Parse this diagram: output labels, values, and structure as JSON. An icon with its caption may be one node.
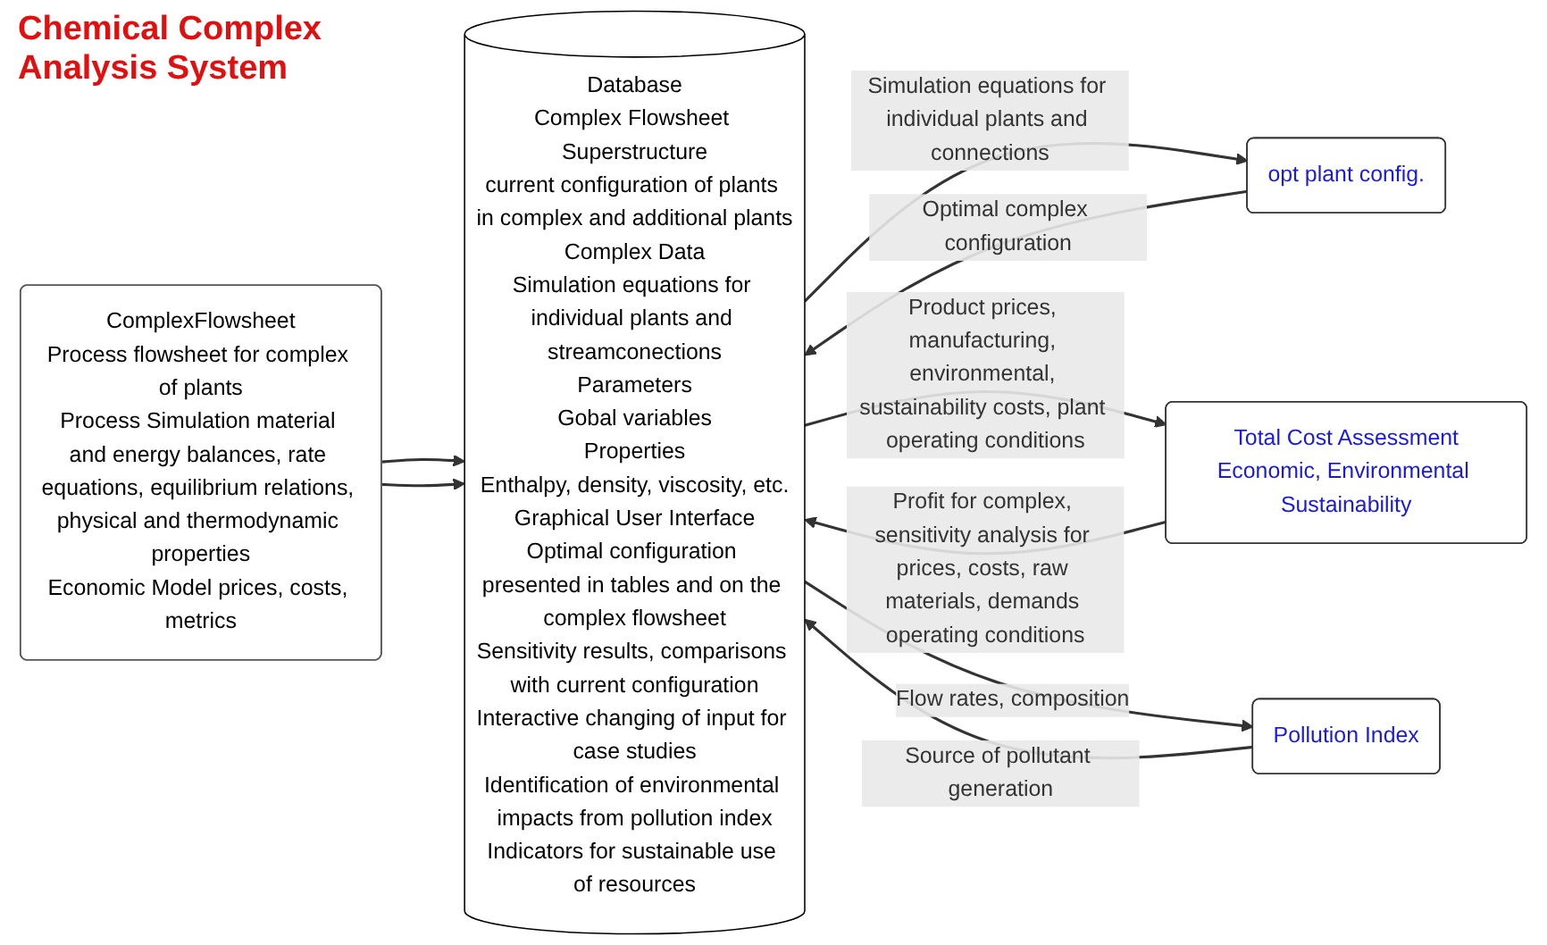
{
  "diagram": {
    "title": "Chemical Complex Analysis System",
    "nodes": [
      {
        "text": [
          "ComplexFlowsheet",
          "Process flowsheet for complex of plants",
          "Process Simulation material and energy balances, rate equations, equilibrium relations, physical and thermodynamic properties",
          "Economic Model prices, costs, metrics"
        ]
      },
      {
        "text": [
          "Database",
          "Complex Flowsheet Superstructure",
          "current configuration of plants in complex and additional plants",
          "Complex Data",
          "Simulation equations for individual plants and streamconections",
          "Parameters",
          "Gobal variables",
          "Properties",
          "Enthalpy, density, viscosity, etc.",
          "Graphical User Interface",
          "Optimal configuration presented in tables and on the complex flowsheet",
          "Sensitivity results, comparisons with current configuration",
          "Interactive changing of input for case studies",
          "Identification of environmental impacts from pollution index",
          "Indicators for sustainable use of resources"
        ]
      },
      {
        "text": [
          "opt plant config."
        ]
      },
      {
        "text": [
          "Total Cost Assessment",
          "Economic, Environmental Sustainability"
        ]
      },
      {
        "text": [
          "Pollution Index"
        ]
      }
    ],
    "edges": [
      {
        "from": 0,
        "to": 1,
        "arrow": "to"
      },
      {
        "from": 0,
        "to": 1,
        "arrow": "to"
      },
      {
        "from": 1,
        "to": 2,
        "arrow": "to",
        "label": "Simulation equations for individual plants and connections"
      },
      {
        "from": 2,
        "to": 1,
        "arrow": "to",
        "label": "Optimal complex configuration"
      },
      {
        "from": 1,
        "to": 3,
        "arrow": "to",
        "label": "Product prices, manufacturing, environmental, sustainability costs, plant operating conditions"
      },
      {
        "from": 3,
        "to": 1,
        "arrow": "to",
        "label": "Profit for complex, sensitivity analysis for prices, costs, raw materials, demands operating conditions"
      },
      {
        "from": 1,
        "to": 4,
        "arrow": "to",
        "label": "Flow rates, composition"
      },
      {
        "from": 4,
        "to": 1,
        "arrow": "to",
        "label": "Source of pollutant generation"
      }
    ]
  }
}
